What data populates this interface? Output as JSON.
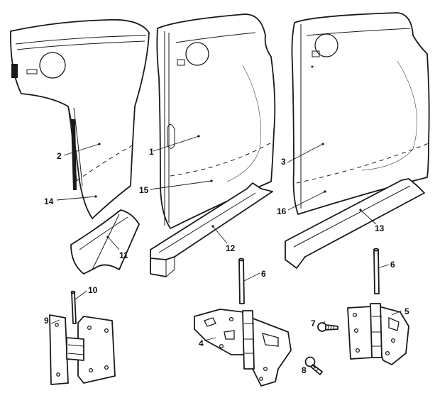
{
  "callouts": {
    "n1": "1",
    "n2": "2",
    "n3": "3",
    "n4": "4",
    "n5": "5",
    "n6a": "6",
    "n6b": "6",
    "n7": "7",
    "n8": "8",
    "n9": "9",
    "n10": "10",
    "n11": "11",
    "n12": "12",
    "n13": "13",
    "n14": "14",
    "n15": "15",
    "n16": "16"
  },
  "colors": {
    "ink": "#1a1a1a",
    "paper": "#ffffff"
  }
}
